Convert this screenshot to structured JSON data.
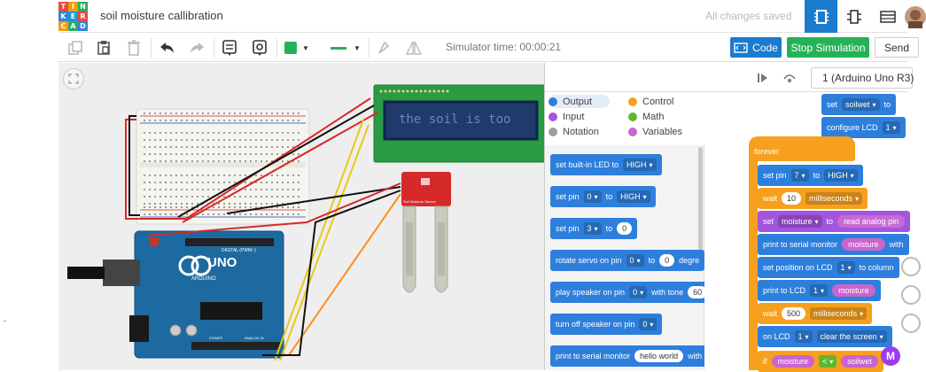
{
  "app": {
    "logo_letters": [
      "T",
      "I",
      "N",
      "K",
      "E",
      "R",
      "C",
      "A",
      "D"
    ],
    "logo_colors": [
      "#e74c3c",
      "#f39c12",
      "#27ae60",
      "#2f86d8",
      "#1a9ad6",
      "#e74c3c",
      "#f39c12",
      "#27ae60",
      "#2f86d8"
    ],
    "project_title": "soil moisture callibration",
    "save_status": "All changes saved"
  },
  "toolbar": {
    "sim_time": "Simulator time: 00:00:21",
    "code_label": "Code",
    "sim_label": "Stop Simulation",
    "send_label": "Send"
  },
  "canvas": {
    "lcd_text": "the soil is too",
    "sensor_label": "Soil Moisture Sensor",
    "arduino_logo": "UNO",
    "arduino_brand": "ARDUINO",
    "arduino_digital": "DIGITAL (PWM~)",
    "arduino_power": "POWER",
    "arduino_analog": "ANALOG IN"
  },
  "code_panel": {
    "device": "1 (Arduino Uno R3)",
    "categories": [
      {
        "label": "Output",
        "color": "#2e7fdc"
      },
      {
        "label": "Control",
        "color": "#f7a01e"
      },
      {
        "label": "Input",
        "color": "#a355dd"
      },
      {
        "label": "Math",
        "color": "#5cb82f"
      },
      {
        "label": "Notation",
        "color": "#9e9e9e"
      },
      {
        "label": "Variables",
        "color": "#c965cc"
      }
    ],
    "palette": {
      "b1": {
        "text": "set built-in LED to",
        "drop": "HIGH"
      },
      "b2": {
        "text": "set pin",
        "pin": "0",
        "to": "to",
        "drop": "HIGH"
      },
      "b3": {
        "text": "set pin",
        "pin": "3",
        "to": "to",
        "val": "0"
      },
      "b4": {
        "text": "rotate servo on pin",
        "pin": "0",
        "to": "to",
        "val": "0",
        "tail": "degre"
      },
      "b5": {
        "text": "play speaker on pin",
        "pin": "0",
        "with": "with tone",
        "val": "60"
      },
      "b6": {
        "text": "turn off speaker on pin",
        "pin": "0"
      },
      "b7": {
        "text": "print to serial monitor",
        "val": "hello world",
        "with": "with"
      }
    },
    "workspace": {
      "w1": {
        "text": "set",
        "var": "soilwet",
        "to": "to"
      },
      "w2": {
        "text": "configure LCD",
        "num": "1"
      },
      "forever": "forever",
      "w3": {
        "text": "set pin",
        "pin": "7",
        "to": "to",
        "drop": "HIGH"
      },
      "w4": {
        "text": "wait",
        "val": "10",
        "unit": "milliseconds"
      },
      "w5": {
        "text": "set",
        "var": "moisture",
        "to": "to",
        "read": "read analog pin"
      },
      "w6": {
        "text": "print to serial monitor",
        "var": "moisture",
        "with": "with"
      },
      "w7": {
        "text": "set position on LCD",
        "num": "1",
        "col": "to column"
      },
      "w8": {
        "text": "print to LCD",
        "num": "1",
        "var": "moisture"
      },
      "w9": {
        "text": "wait",
        "val": "500",
        "unit": "milliseconds"
      },
      "w10": {
        "text": "on LCD",
        "num": "1",
        "drop": "clear the screen"
      },
      "w11": {
        "text": "if",
        "var": "moisture",
        "op": "<",
        "var2": "soilwet"
      }
    }
  }
}
